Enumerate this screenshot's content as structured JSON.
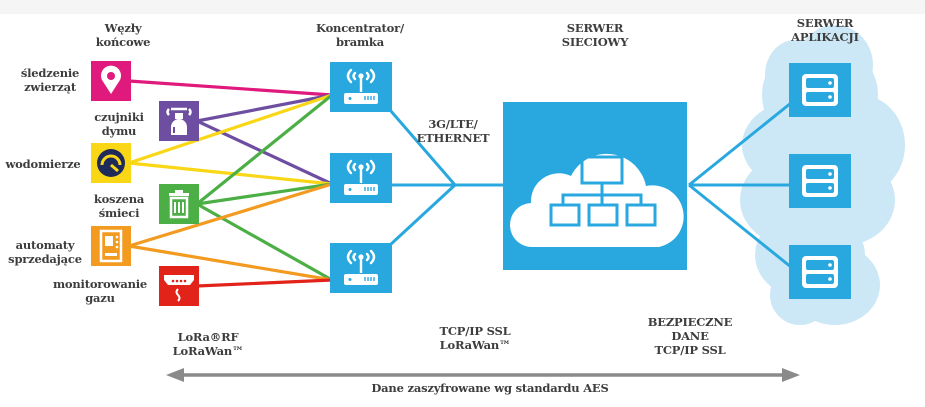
{
  "headers": {
    "end_nodes": "Węzły\nkońcowe",
    "gateway": "Koncentrator/\nbramka",
    "network_server": "SERWER\nSIECIOWY",
    "app_server": "SERWER\nAPLIKACJI"
  },
  "nodes": [
    {
      "id": "animal-tracking",
      "label": "śledzenie\nzwierząt",
      "color": "#e0197d",
      "icon": "map-pin-icon"
    },
    {
      "id": "smoke-sensors",
      "label": "czujniki\ndymu",
      "color": "#6e4ea0",
      "icon": "smoke-detector-icon"
    },
    {
      "id": "water-meters",
      "label": "wodomierze",
      "color": "#f9d616",
      "icon": "gauge-icon"
    },
    {
      "id": "waste-bins",
      "label": "koszena\nśmieci",
      "color": "#4caf45",
      "icon": "trash-bin-icon"
    },
    {
      "id": "vending-machines",
      "label": "automaty\nsprzedające",
      "color": "#f39a20",
      "icon": "vending-machine-icon"
    },
    {
      "id": "gas-monitoring",
      "label": "monitorowanie\ngazu",
      "color": "#e2231a",
      "icon": "gas-detector-icon"
    }
  ],
  "connections": {
    "animal-tracking": [
      0
    ],
    "smoke-sensors": [
      0,
      1
    ],
    "water-meters": [
      0,
      1
    ],
    "waste-bins": [
      0,
      1,
      2
    ],
    "vending-machines": [
      1,
      2
    ],
    "gas-monitoring": [
      2
    ]
  },
  "gateways": [
    {
      "icon": "gateway-router-icon"
    },
    {
      "icon": "gateway-router-icon"
    },
    {
      "icon": "gateway-router-icon"
    }
  ],
  "network_server": {
    "icon": "cloud-network-icon"
  },
  "app_servers": [
    {
      "icon": "server-icon"
    },
    {
      "icon": "server-icon"
    },
    {
      "icon": "server-icon"
    }
  ],
  "link_labels": {
    "backhaul": "3G/LTE/\nETHERNET",
    "radio": "LoRa®RF\nLoRaWan™",
    "gateway_to_server": "TCP/IP SSL\nLoRaWan™",
    "server_to_app": "BEZPIECZNE\nDANE\nTCP/IP SSL"
  },
  "encryption_arrow": {
    "label": "Dane zaszyfrowane wg standardu AES"
  },
  "colors": {
    "blue": "#29a8e0",
    "light_cloud": "#cce8f7",
    "arrow_gray": "#8a8a8a"
  }
}
